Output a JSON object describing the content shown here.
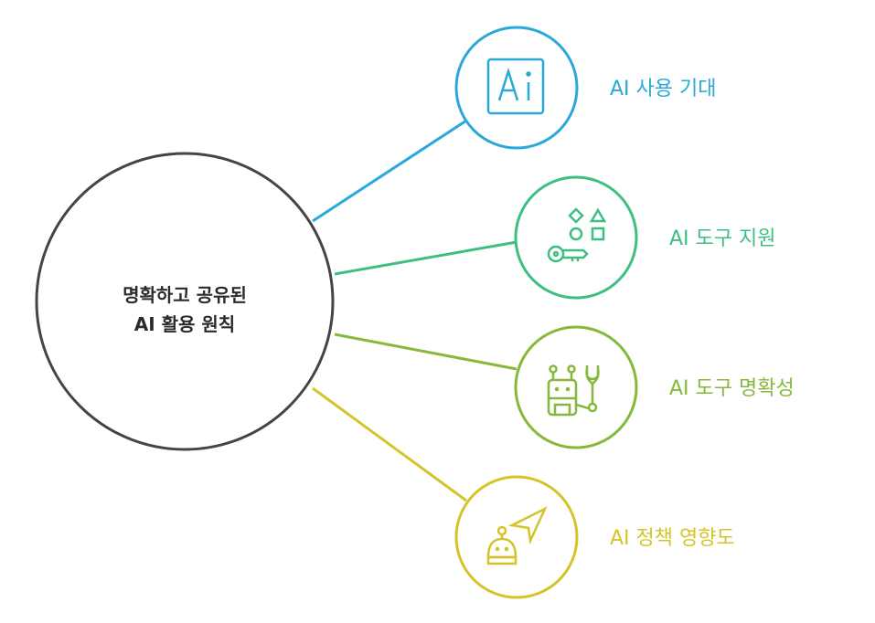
{
  "center": {
    "line1": "명확하고 공유된",
    "line2": "AI 활용 원칙",
    "color": "#444444"
  },
  "branches": [
    {
      "label": "AI 사용 기대",
      "icon": "ai-badge-icon",
      "color": "#2AA8D8"
    },
    {
      "label": "AI 도구 지원",
      "icon": "shapes-key-icon",
      "color": "#3DBF82"
    },
    {
      "label": "AI 도구 명확성",
      "icon": "robot-wrench-icon",
      "color": "#86B83A"
    },
    {
      "label": "AI 정책 영향도",
      "icon": "robot-pointer-icon",
      "color": "#D4C42A"
    }
  ]
}
